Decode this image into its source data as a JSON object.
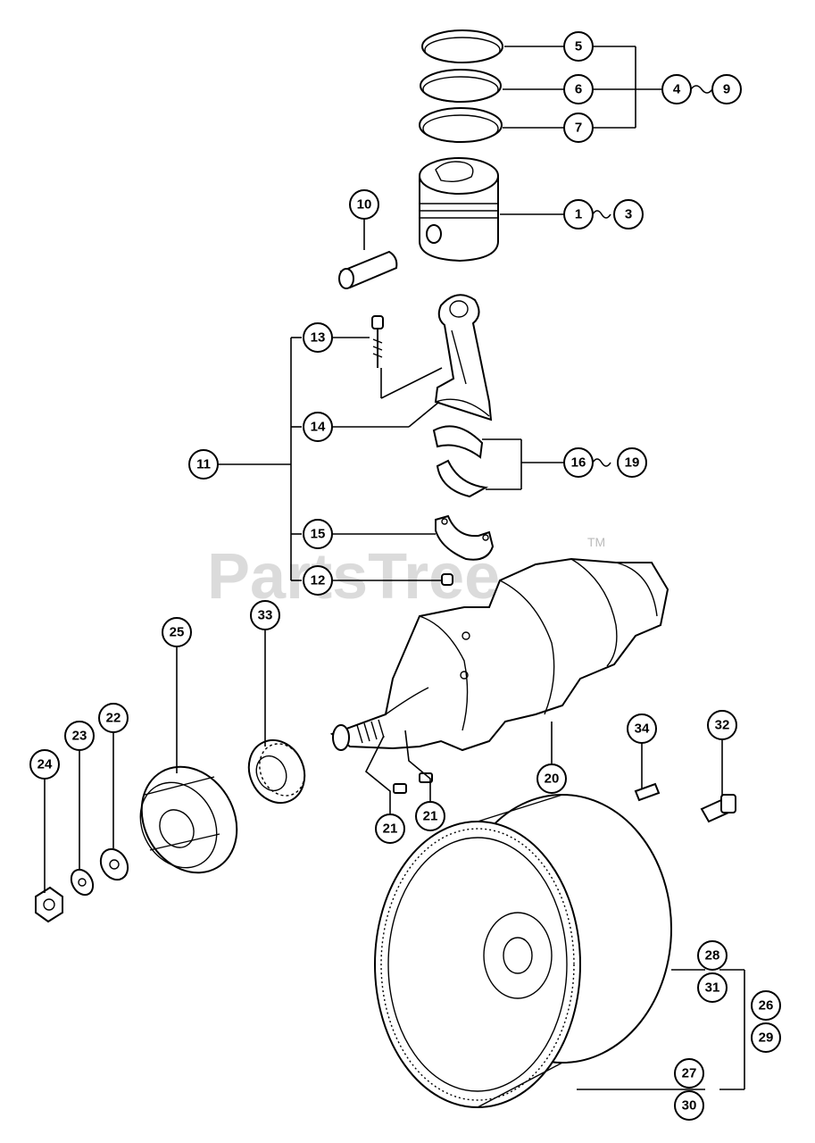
{
  "watermark": {
    "text": "PartsTree",
    "trademark": "TM"
  },
  "callouts": {
    "c1": "1",
    "c3": "3",
    "c4": "4",
    "c5": "5",
    "c6": "6",
    "c7": "7",
    "c9": "9",
    "c10": "10",
    "c11": "11",
    "c12": "12",
    "c13": "13",
    "c14": "14",
    "c15": "15",
    "c16": "16",
    "c19": "19",
    "c20": "20",
    "c21a": "21",
    "c21b": "21",
    "c22": "22",
    "c23": "23",
    "c24": "24",
    "c25": "25",
    "c26": "26",
    "c27": "27",
    "c28": "28",
    "c29": "29",
    "c30": "30",
    "c31": "31",
    "c32": "32",
    "c33": "33",
    "c34": "34"
  }
}
